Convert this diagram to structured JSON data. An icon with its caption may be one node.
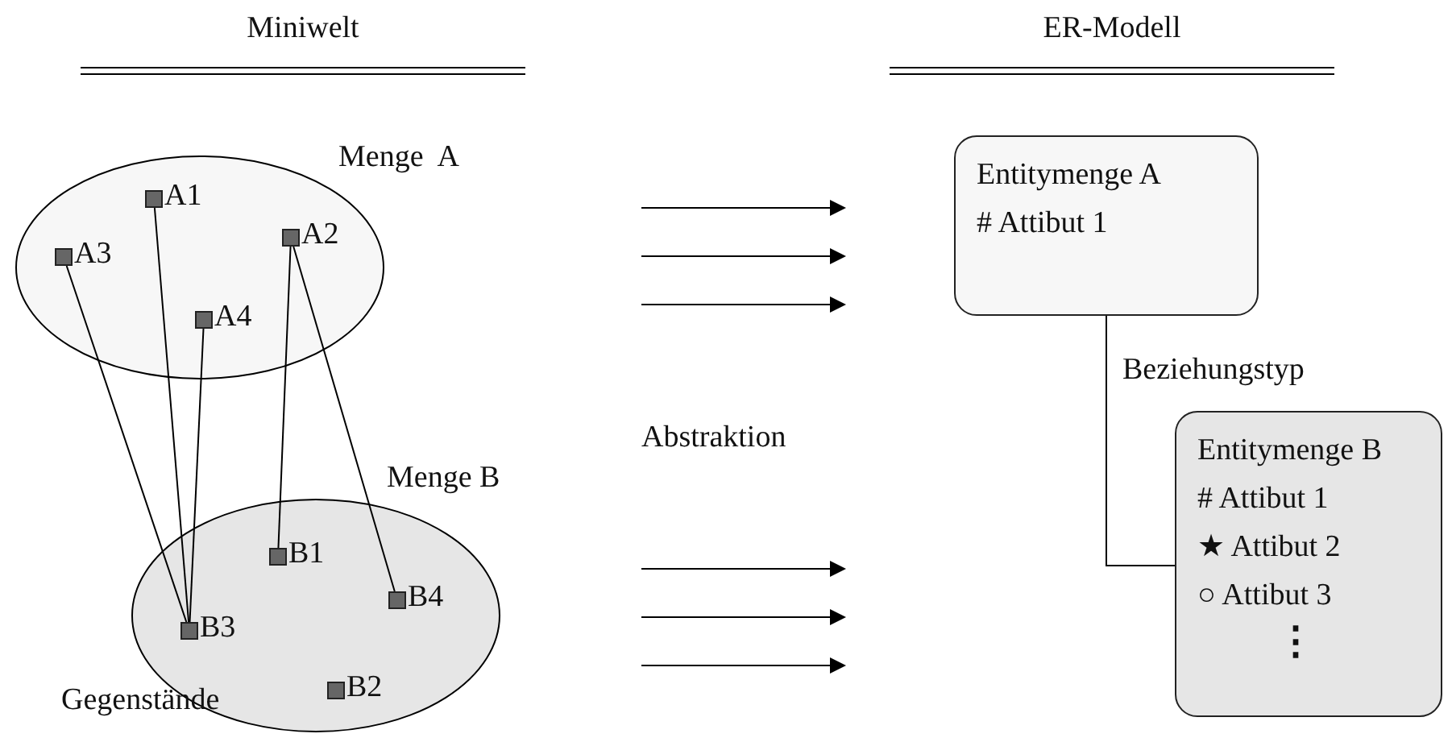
{
  "diagram": {
    "nodes": [
      {
        "text": [
          "Menge  A"
        ]
      },
      {
        "text": [
          "A1"
        ],
        "in": 0
      },
      {
        "text": [
          "A3"
        ],
        "in": 0
      },
      {
        "text": [
          "A2"
        ],
        "in": 0
      },
      {
        "text": [
          "A4"
        ],
        "in": 0
      },
      {
        "text": [
          "Menge B",
          "Gegenstände"
        ]
      },
      {
        "text": [
          "B1"
        ],
        "in": 5
      },
      {
        "text": [
          "B4"
        ],
        "in": 5
      },
      {
        "text": [
          "B3"
        ],
        "in": 5
      },
      {
        "text": [
          "B2"
        ],
        "in": 5
      },
      {
        "text": [
          "Entitymenge A",
          "# Attibut 1"
        ]
      },
      {
        "text": [
          "Entitymenge B",
          "# Attibut 1",
          "★ Attibut 2",
          "○ Attibut 3",
          "⋮"
        ]
      }
    ],
    "edges": [
      {
        "from": 2,
        "to": 8,
        "arrow": "none"
      },
      {
        "from": 1,
        "to": 8,
        "arrow": "none"
      },
      {
        "from": 4,
        "to": 8,
        "arrow": "none"
      },
      {
        "from": 3,
        "to": 6,
        "arrow": "none"
      },
      {
        "from": 3,
        "to": 7,
        "arrow": "none"
      },
      {
        "from": 10,
        "to": 11,
        "label": "Beziehungstyp",
        "arrow": "none"
      }
    ],
    "labels": [
      "Miniwelt",
      "ER-Modell",
      "Abstraktion"
    ]
  }
}
